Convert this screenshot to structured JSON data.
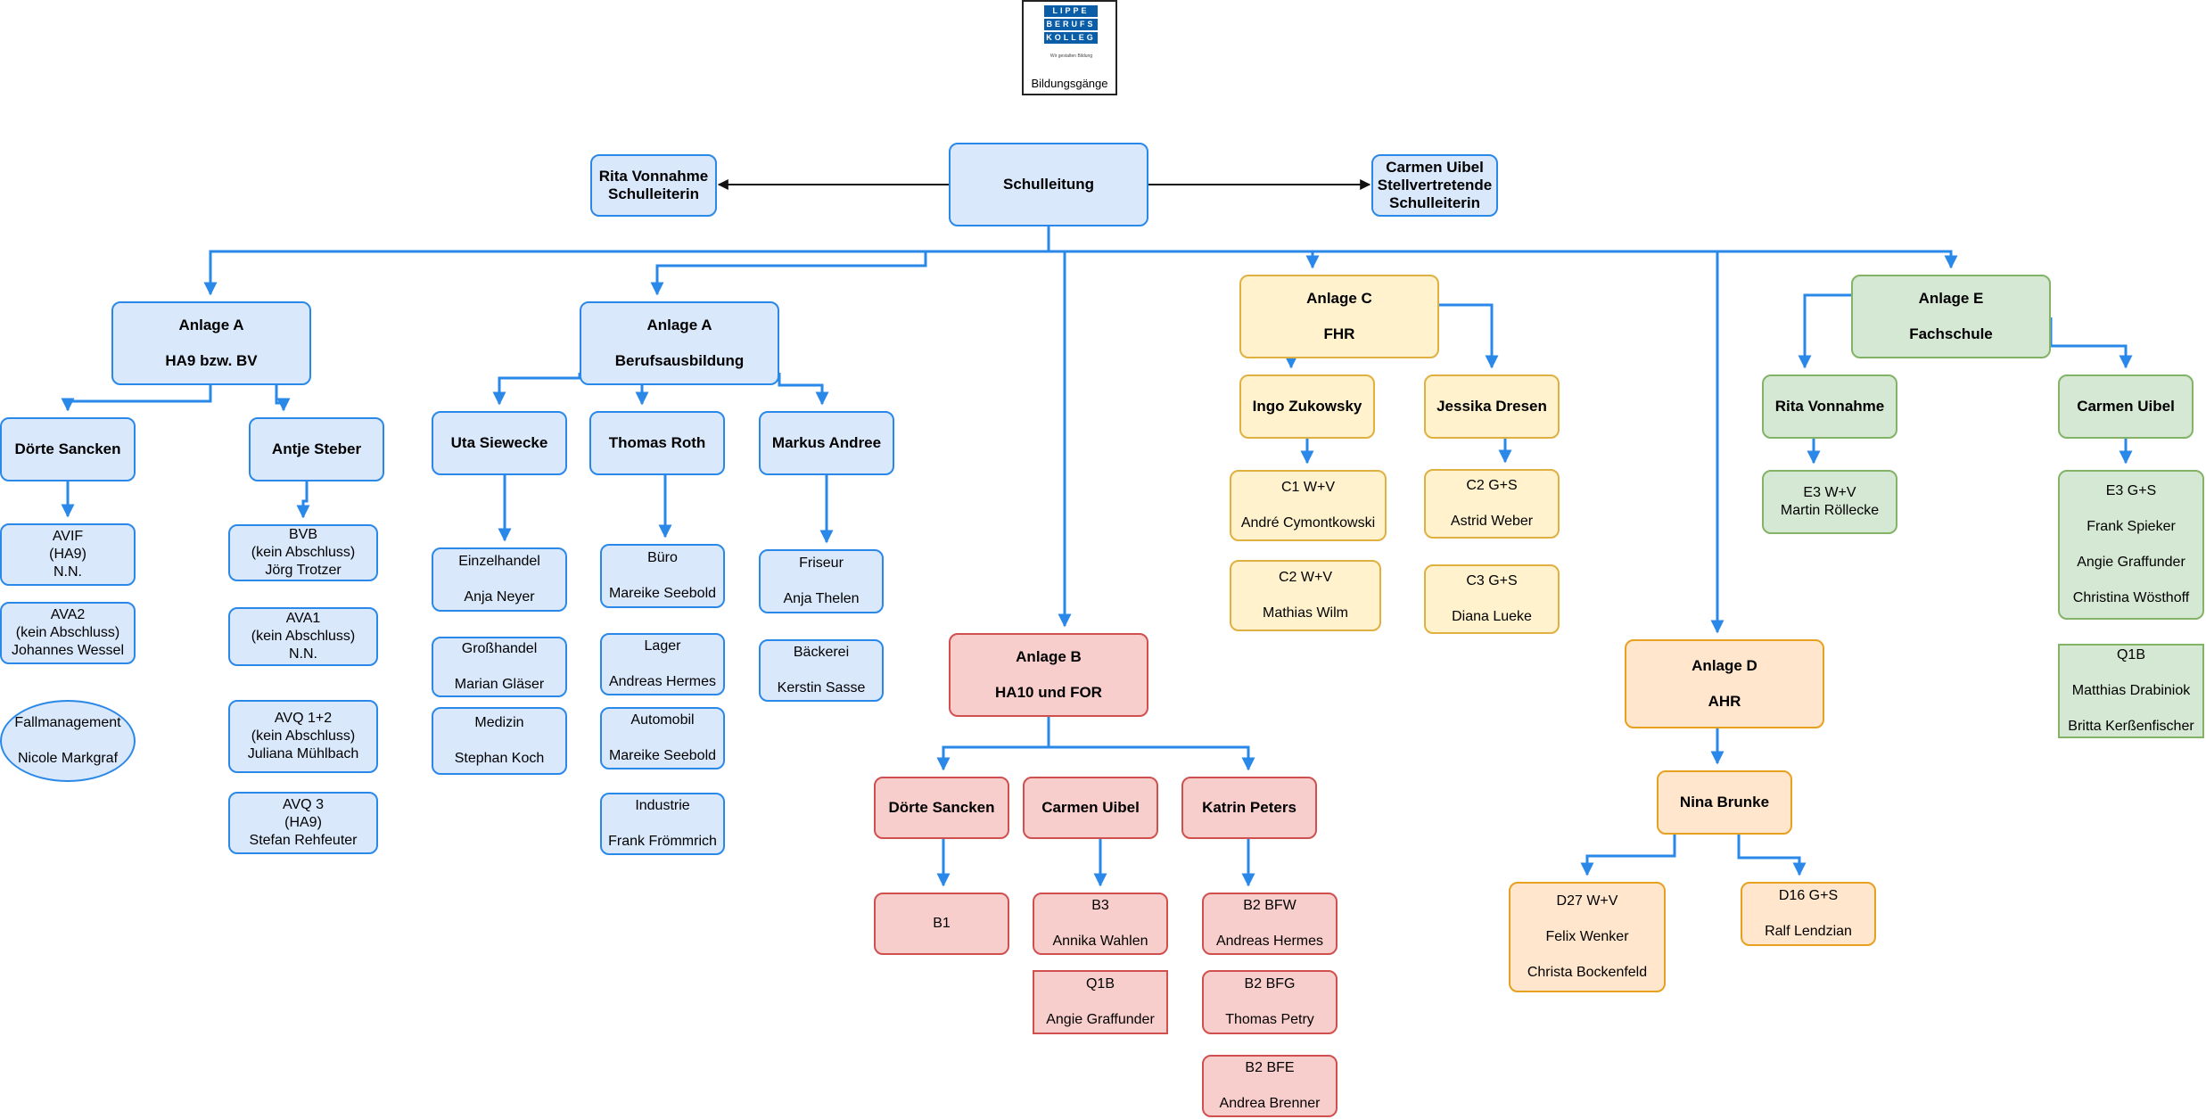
{
  "logo": {
    "line1": "LIPPE",
    "line2": "BERUFS",
    "line3": "KOLLEG",
    "tagline": "Wir gestalten Bildung",
    "caption": "Bildungsgänge"
  },
  "colors": {
    "line": "#2a88e8",
    "blue_fill": "#dae8fc",
    "yellow_fill": "#fff2cc",
    "green_fill": "#d5e8d4",
    "red_fill": "#f8cecc",
    "orange_fill": "#ffe6cc"
  },
  "nodes": {
    "schulleitung": [
      "Schulleitung"
    ],
    "rita_schulleiterin": [
      "Rita Vonnahme",
      "Schulleiterin"
    ],
    "carmen_stellv": [
      "Carmen Uibel",
      "Stellvertretende",
      "Schulleiterin"
    ],
    "anlage_a_ha9": [
      "Anlage A",
      "HA9 bzw. BV"
    ],
    "anlage_a_berufsausbildung": [
      "Anlage A",
      "Berufsausbildung"
    ],
    "anlage_b": [
      "Anlage B",
      "HA10 und FOR"
    ],
    "anlage_c": [
      "Anlage C",
      "FHR"
    ],
    "anlage_d": [
      "Anlage D",
      "AHR"
    ],
    "anlage_e": [
      "Anlage E",
      "Fachschule"
    ],
    "doerte_a": [
      "Dörte Sancken"
    ],
    "antje": [
      "Antje Steber"
    ],
    "avif": [
      "AVIF",
      "(HA9)",
      "N.N."
    ],
    "ava2": [
      "AVA2",
      "(kein Abschluss)",
      "Johannes Wessel"
    ],
    "fallmanagement": [
      "Fallmanagement",
      "Nicole Markgraf"
    ],
    "bvb": [
      "BVB",
      "(kein Abschluss)",
      "Jörg Trotzer"
    ],
    "ava1": [
      "AVA1",
      "(kein Abschluss)",
      "N.N."
    ],
    "avq12": [
      "AVQ 1+2",
      "(kein Abschluss)",
      "Juliana Mühlbach"
    ],
    "avq3": [
      "AVQ 3",
      "(HA9)",
      "Stefan Rehfeuter"
    ],
    "uta": [
      "Uta Siewecke"
    ],
    "thomas": [
      "Thomas Roth"
    ],
    "markus": [
      "Markus Andree"
    ],
    "einzelhandel": [
      "Einzelhandel",
      "Anja Neyer"
    ],
    "grosshandel": [
      "Großhandel",
      "Marian Gläser"
    ],
    "medizin": [
      "Medizin",
      "Stephan Koch"
    ],
    "buero": [
      "Büro",
      "Mareike Seebold"
    ],
    "lager": [
      "Lager",
      "Andreas Hermes"
    ],
    "automobil": [
      "Automobil",
      "Mareike Seebold"
    ],
    "industrie": [
      "Industrie",
      "Frank Frömmrich"
    ],
    "friseur": [
      "Friseur",
      "Anja Thelen"
    ],
    "baeckerei": [
      "Bäckerei",
      "Kerstin Sasse"
    ],
    "doerte_b": [
      "Dörte Sancken"
    ],
    "carmen_b": [
      "Carmen Uibel"
    ],
    "katrin": [
      "Katrin Peters"
    ],
    "b1": [
      "B1"
    ],
    "b3": [
      "B3",
      "Annika Wahlen"
    ],
    "q1b_b": [
      "Q1B",
      "Angie Graffunder"
    ],
    "b2bfw": [
      "B2 BFW",
      "Andreas Hermes"
    ],
    "b2bfg": [
      "B2 BFG",
      "Thomas Petry"
    ],
    "b2bfe": [
      "B2 BFE",
      "Andrea Brenner"
    ],
    "ingo": [
      "Ingo Zukowsky"
    ],
    "jessika": [
      "Jessika Dresen"
    ],
    "c1": [
      "C1 W+V",
      "André Cymontkowski"
    ],
    "c2wv": [
      "C2 W+V",
      "Mathias Wilm"
    ],
    "c2gs": [
      "C2 G+S",
      "Astrid Weber"
    ],
    "c3gs": [
      "C3 G+S",
      "Diana Lueke"
    ],
    "nina": [
      "Nina Brunke"
    ],
    "d27": [
      "D27 W+V",
      "Felix Wenker",
      "Christa Bockenfeld"
    ],
    "d16": [
      "D16 G+S",
      "Ralf Lendzian"
    ],
    "rita_e": [
      "Rita Vonnahme"
    ],
    "carmen_e": [
      "Carmen Uibel"
    ],
    "e3wv": [
      "E3 W+V",
      "Martin Röllecke"
    ],
    "e3gs": [
      "E3 G+S",
      "Frank Spieker",
      "Angie Graffunder",
      "Christina Wösthoff"
    ],
    "q1b_e": [
      "Q1B",
      "Matthias Drabiniok",
      "Britta Kerßenfischer"
    ]
  }
}
